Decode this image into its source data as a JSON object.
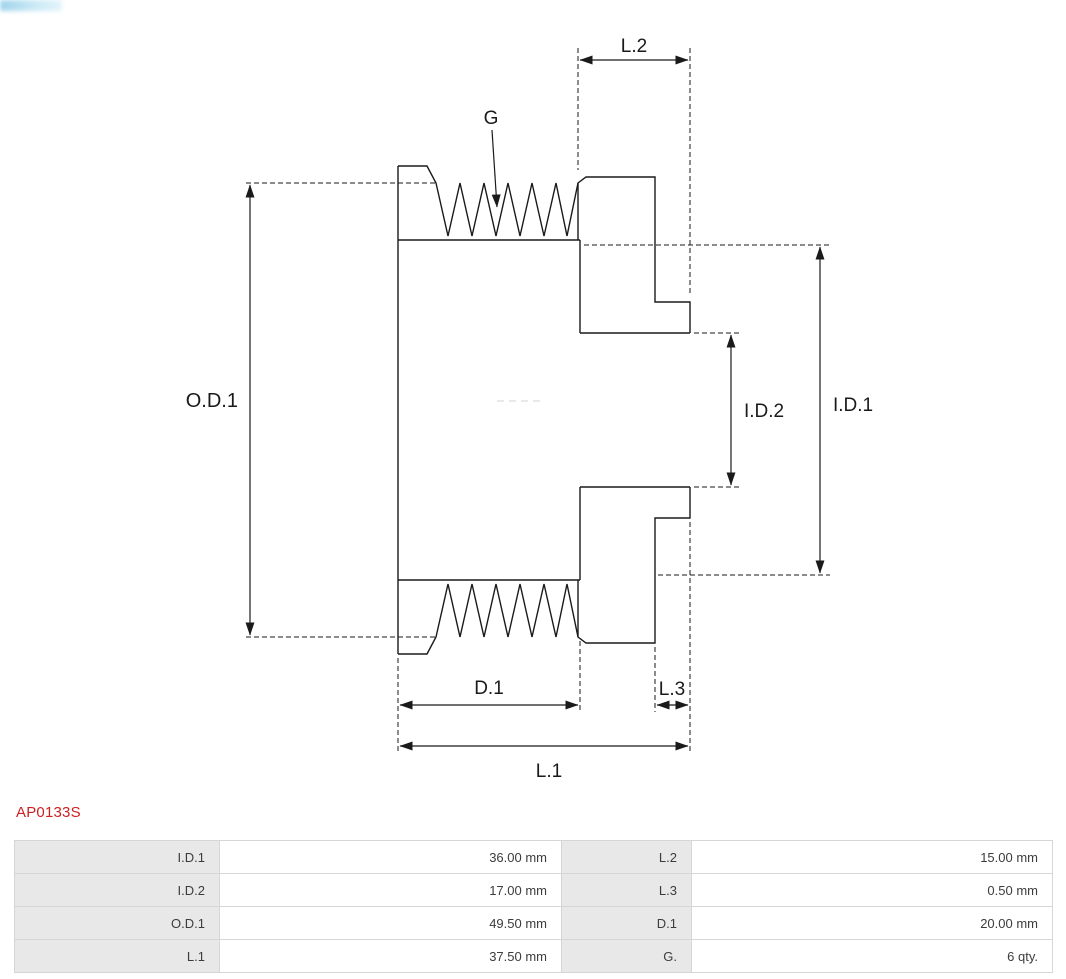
{
  "page": {
    "part_number": "AP0133S"
  },
  "drawing": {
    "labels": {
      "od1": "O.D.1",
      "id1": "I.D.1",
      "id2": "I.D.2",
      "l1": "L.1",
      "l2": "L.2",
      "l3": "L.3",
      "d1": "D.1",
      "g": "G"
    },
    "groove_count": 6
  },
  "table": {
    "rows": [
      {
        "label1": "I.D.1",
        "value1": "36.00 mm",
        "label2": "L.2",
        "value2": "15.00 mm"
      },
      {
        "label1": "I.D.2",
        "value1": "17.00 mm",
        "label2": "L.3",
        "value2": "0.50 mm"
      },
      {
        "label1": "O.D.1",
        "value1": "49.50 mm",
        "label2": "D.1",
        "value2": "20.00 mm"
      },
      {
        "label1": "L.1",
        "value1": "37.50 mm",
        "label2": "G.",
        "value2": "6 qty."
      }
    ]
  },
  "colors": {
    "line": "#1a1a1a",
    "part_number": "#cc2222",
    "table_label_bg": "#e8e8e8",
    "table_border": "#d6d6d6"
  }
}
